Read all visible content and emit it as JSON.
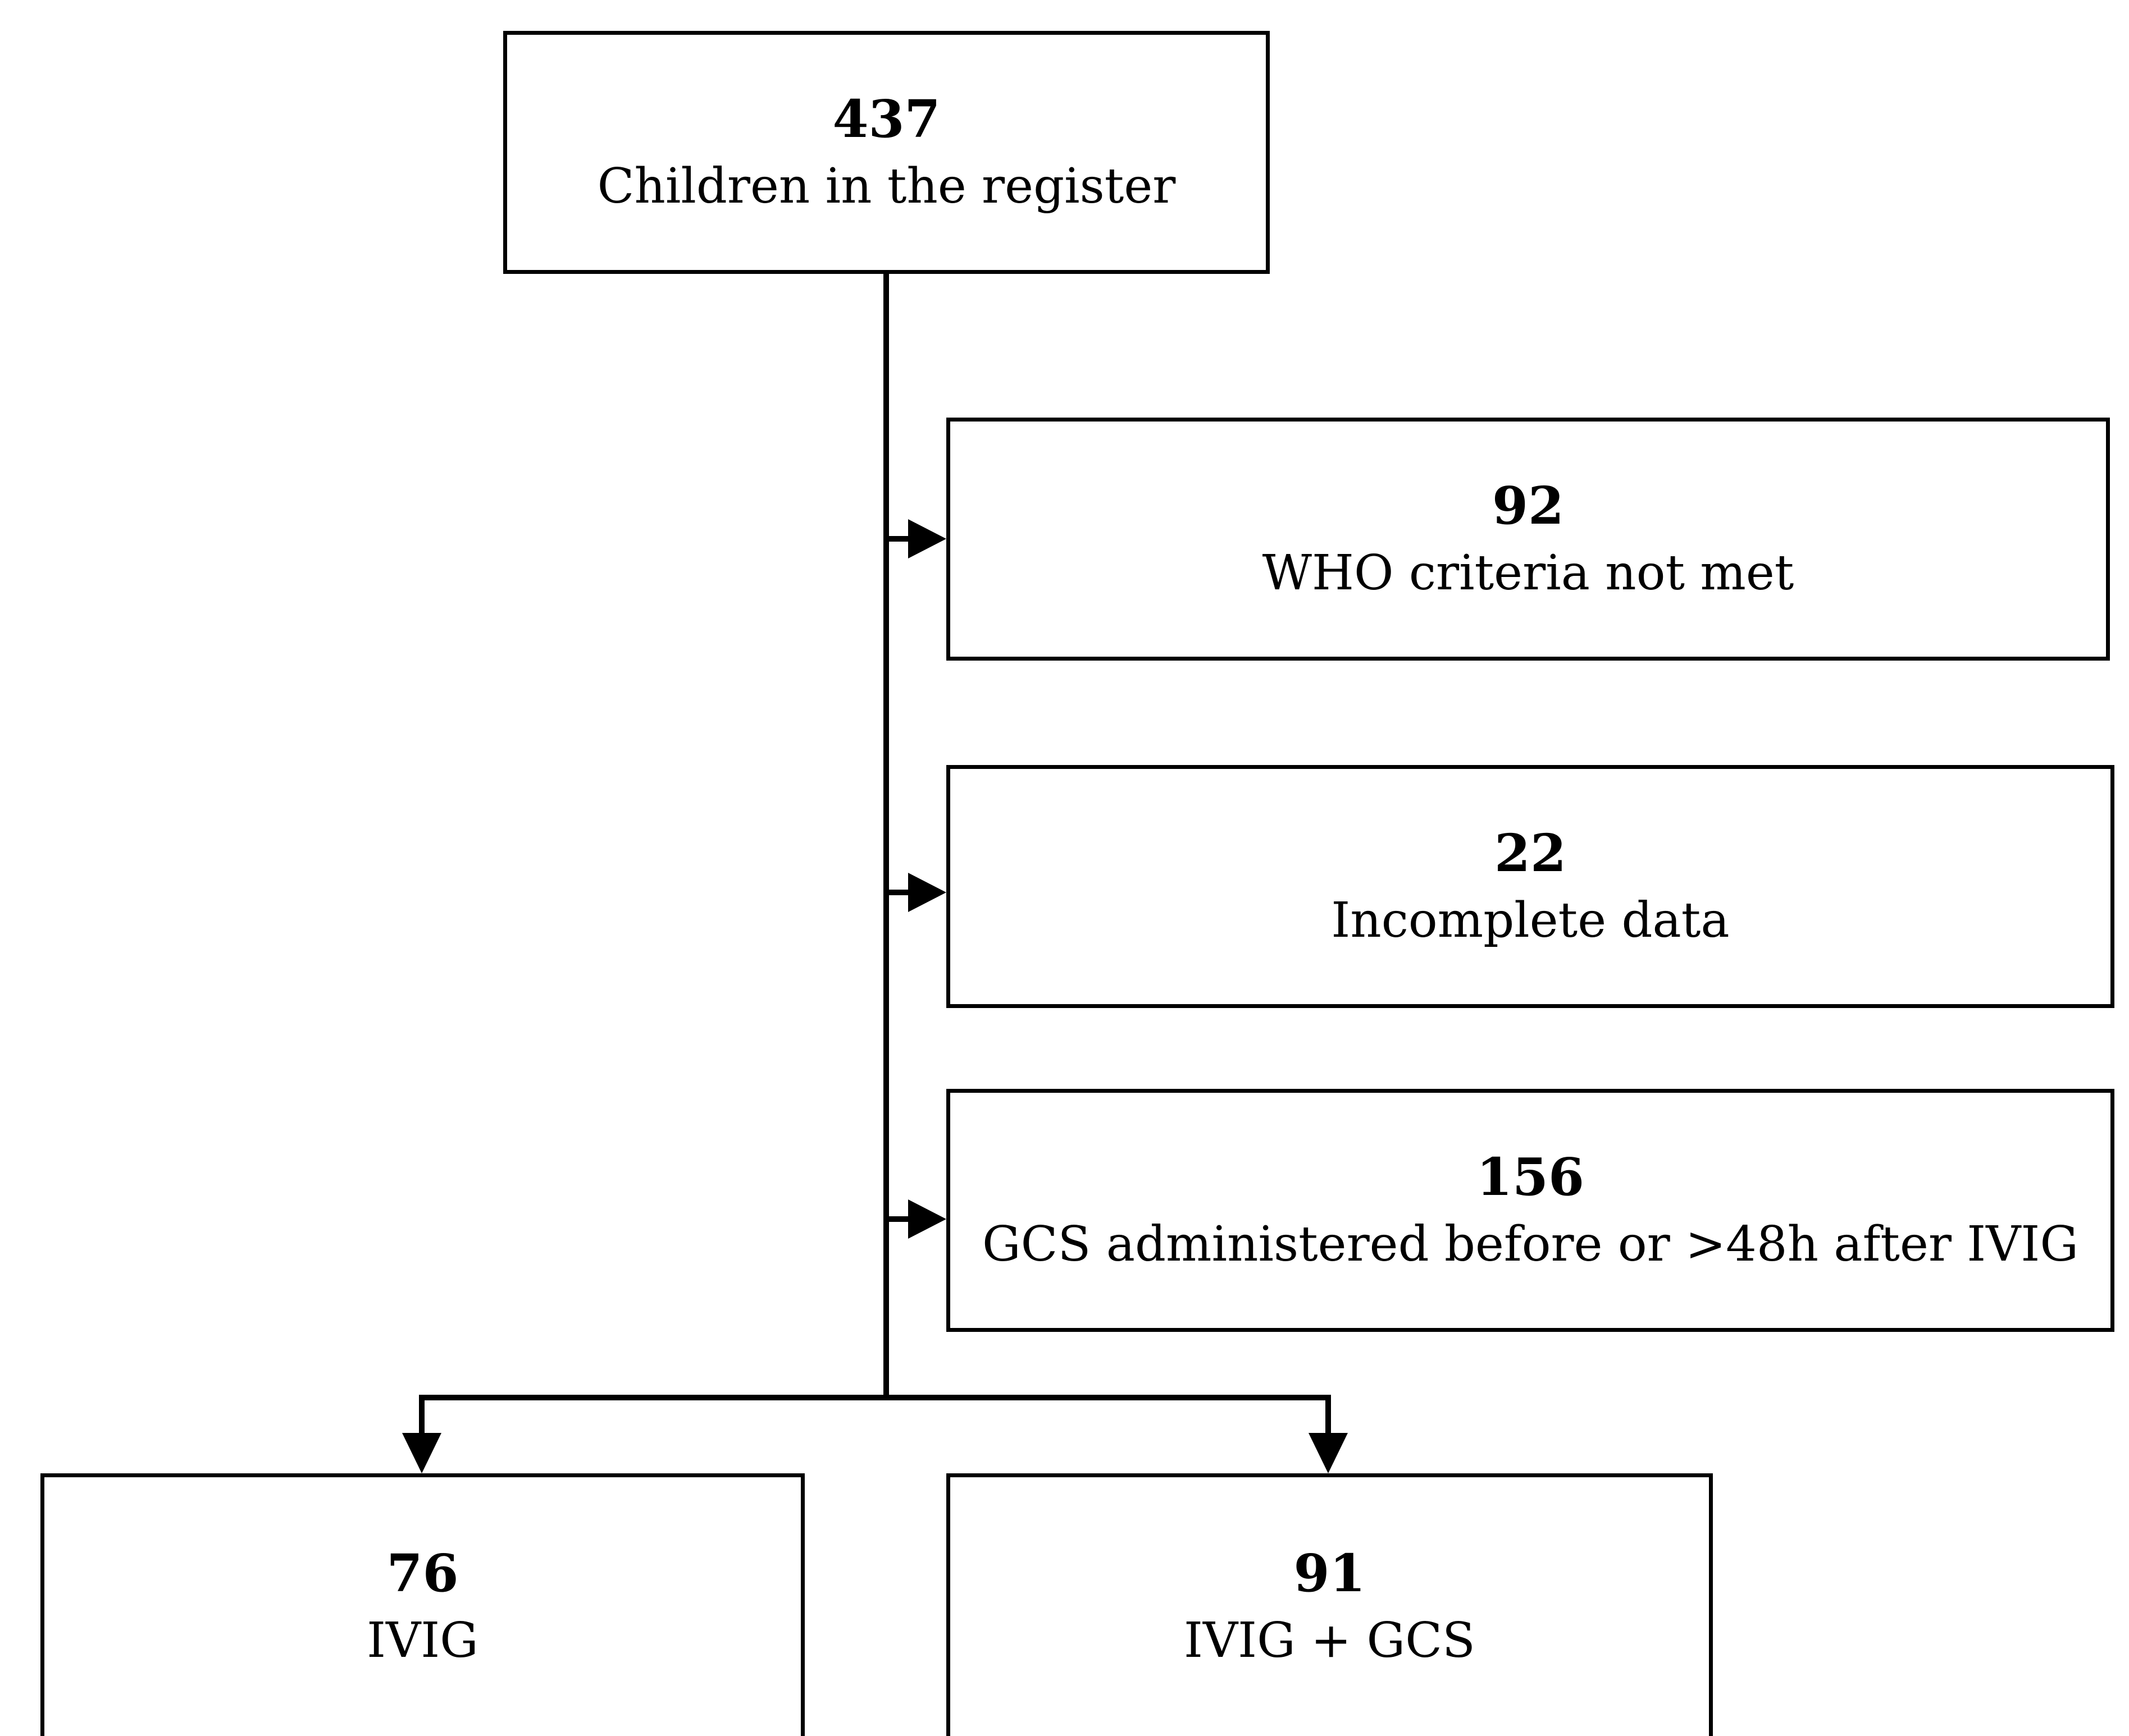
{
  "flowchart": {
    "register": {
      "count": "437",
      "label": "Children in the register"
    },
    "excluded": [
      {
        "count": "92",
        "label": "WHO criteria not met"
      },
      {
        "count": "22",
        "label": "Incomplete data"
      },
      {
        "count": "156",
        "label": "GCS administered before or >48h after IVIG"
      }
    ],
    "groups": [
      {
        "count": "76",
        "label": "IVIG"
      },
      {
        "count": "91",
        "label": "IVIG + GCS"
      }
    ]
  },
  "colors": {
    "line": "#000000",
    "background": "#ffffff"
  }
}
